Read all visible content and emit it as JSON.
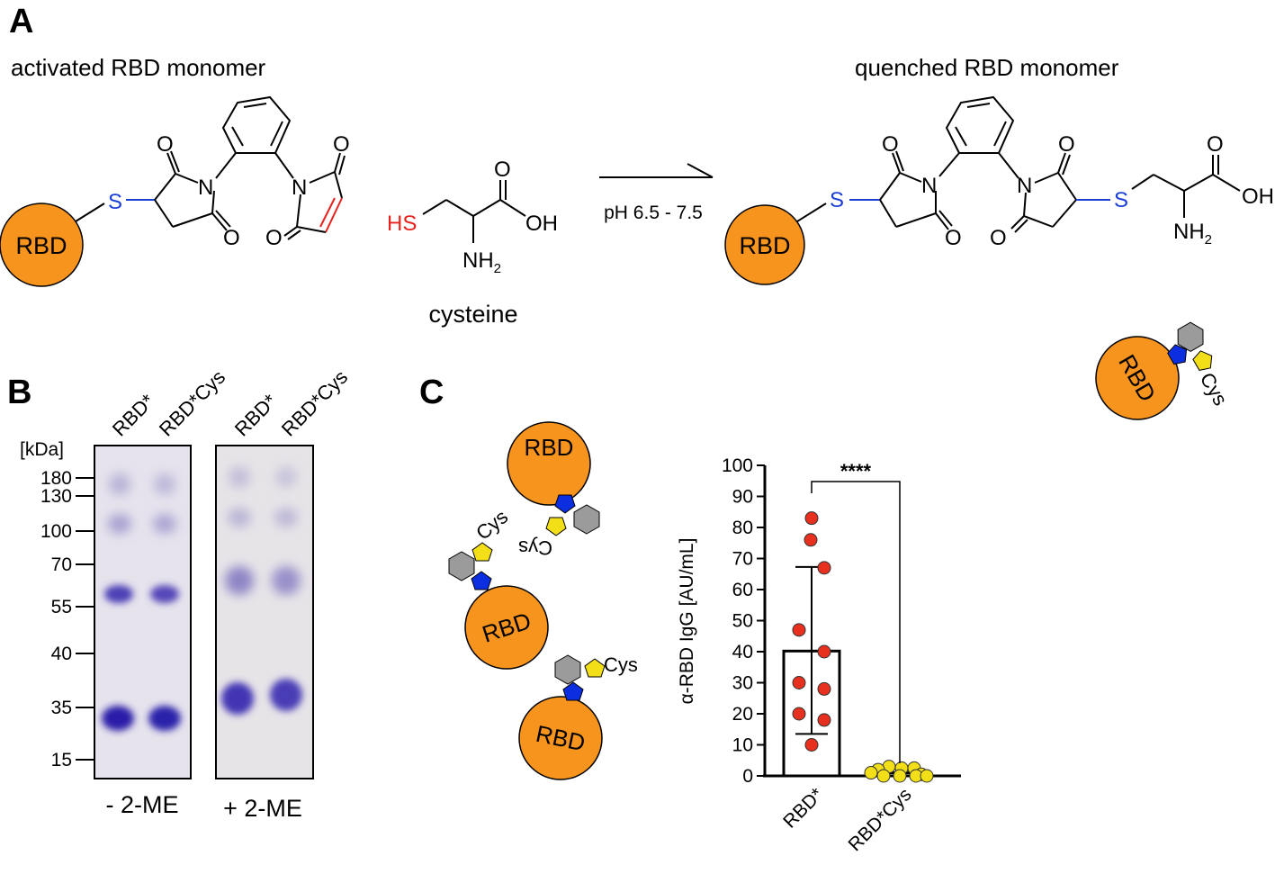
{
  "panels": {
    "a": {
      "letter": "A",
      "left_title": "activated RBD monomer",
      "right_title": "quenched RBD monomer",
      "reagent": "cysteine",
      "condition": "pH 6.5 - 7.5",
      "rbd": "RBD",
      "atoms": {
        "s": "S",
        "n": "N",
        "o": "O",
        "oh": "OH",
        "hs": "HS",
        "nh2": "NH2",
        "cys": "Cys"
      },
      "colors": {
        "rbd_fill": "#f7941d",
        "sulfur": "#1a3fd6",
        "thiol": "#e8231e",
        "hexagon": "#9b9b9b",
        "pentagon_yellow": "#f2df18",
        "pentagon_blue": "#0a2ee0"
      }
    },
    "b": {
      "letter": "B",
      "unit_label": "[kDa]",
      "markers": [
        "180",
        "130",
        "100",
        "70",
        "55",
        "40",
        "35",
        "15"
      ],
      "gels": [
        {
          "lanes": [
            "RBD*",
            "RBD*Cys"
          ],
          "condition": "- 2-ME"
        },
        {
          "lanes": [
            "RBD*",
            "RBD*Cys"
          ],
          "condition": "+ 2-ME"
        }
      ]
    },
    "c": {
      "letter": "C",
      "rbd": "RBD",
      "cys": "Cys",
      "significance": "****"
    }
  },
  "chart_data": {
    "type": "bar",
    "categories": [
      "RBD*",
      "RBD*Cys"
    ],
    "values": [
      40.2,
      1.0
    ],
    "error_bars": [
      {
        "low": 13.5,
        "high": 67.3
      },
      {
        "low": 0.5,
        "high": 1.5
      }
    ],
    "points": [
      [
        83,
        76,
        67,
        47,
        40,
        30,
        28,
        20,
        18,
        10
      ],
      [
        3,
        2.5,
        2.5,
        2,
        1,
        0.5,
        0,
        0,
        0,
        0
      ]
    ],
    "point_colors": [
      "#e8301e",
      "#f2df18"
    ],
    "ylabel": "α-RBD IgG [AU/mL]",
    "yticks": [
      "0",
      "10",
      "20",
      "30",
      "40",
      "50",
      "60",
      "70",
      "80",
      "90",
      "100"
    ],
    "ylim": [
      0,
      100
    ]
  }
}
